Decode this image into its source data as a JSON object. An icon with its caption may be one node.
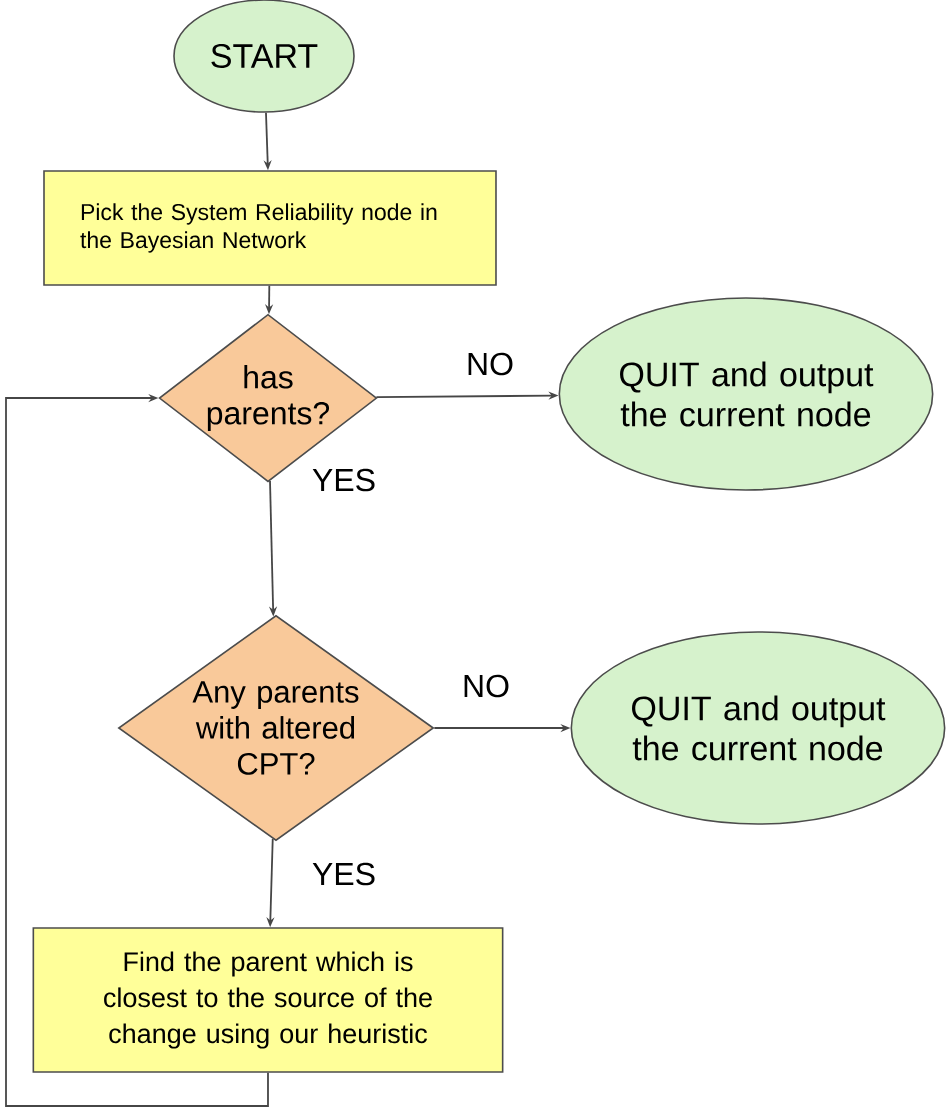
{
  "diagram": {
    "nodes": [
      {
        "text": [
          "START"
        ]
      },
      {
        "text": [
          "Pick the System Reliability node in the Bayesian Network"
        ]
      },
      {
        "text": [
          "has parents?"
        ]
      },
      {
        "text": [
          "QUIT and output the current node"
        ]
      },
      {
        "text": [
          "Any parents with altered CPT?"
        ]
      },
      {
        "text": [
          "QUIT and output the current node"
        ]
      },
      {
        "text": [
          "Find the parent which is closest to the source of the change using our heuristic"
        ]
      }
    ],
    "edges": [
      {
        "from": 0,
        "to": 1,
        "arrow": "to"
      },
      {
        "from": 1,
        "to": 2,
        "arrow": "to"
      },
      {
        "from": 2,
        "to": 3,
        "arrow": "to",
        "label": "NO"
      },
      {
        "from": 2,
        "to": 4,
        "arrow": "to",
        "label": "YES"
      },
      {
        "from": 4,
        "to": 5,
        "arrow": "to",
        "label": "NO"
      },
      {
        "from": 4,
        "to": 6,
        "arrow": "to",
        "label": "YES"
      },
      {
        "from": 6,
        "to": 2,
        "arrow": "to"
      }
    ]
  }
}
